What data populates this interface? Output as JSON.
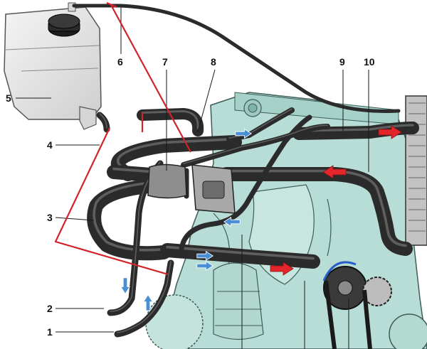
{
  "colors": {
    "engine_fill": "#b7ddd6",
    "engine_stroke": "#3d5d58",
    "hose_fill": "#2b2b2b",
    "hose_highlight": "#6b6b6b",
    "tank_fill": "#e2e2e2",
    "tank_stroke": "#555555",
    "hot_arrow": "#e3262b",
    "cold_arrow": "#4a8fd6",
    "leader_line": "#d2232a",
    "label_text": "#111111"
  },
  "callouts": [
    {
      "number": "1"
    },
    {
      "number": "2"
    },
    {
      "number": "3"
    },
    {
      "number": "4"
    },
    {
      "number": "5"
    },
    {
      "number": "6"
    },
    {
      "number": "7"
    },
    {
      "number": "8"
    },
    {
      "number": "9"
    },
    {
      "number": "10"
    }
  ],
  "flow_arrows": [
    {
      "kind": "hot",
      "direction": "right"
    },
    {
      "kind": "hot",
      "direction": "right"
    },
    {
      "kind": "hot",
      "direction": "left"
    },
    {
      "kind": "cold",
      "direction": "right"
    },
    {
      "kind": "cold",
      "direction": "left"
    },
    {
      "kind": "cold",
      "direction": "right"
    },
    {
      "kind": "cold",
      "direction": "right"
    },
    {
      "kind": "cold",
      "direction": "down"
    },
    {
      "kind": "cold",
      "direction": "up"
    }
  ]
}
